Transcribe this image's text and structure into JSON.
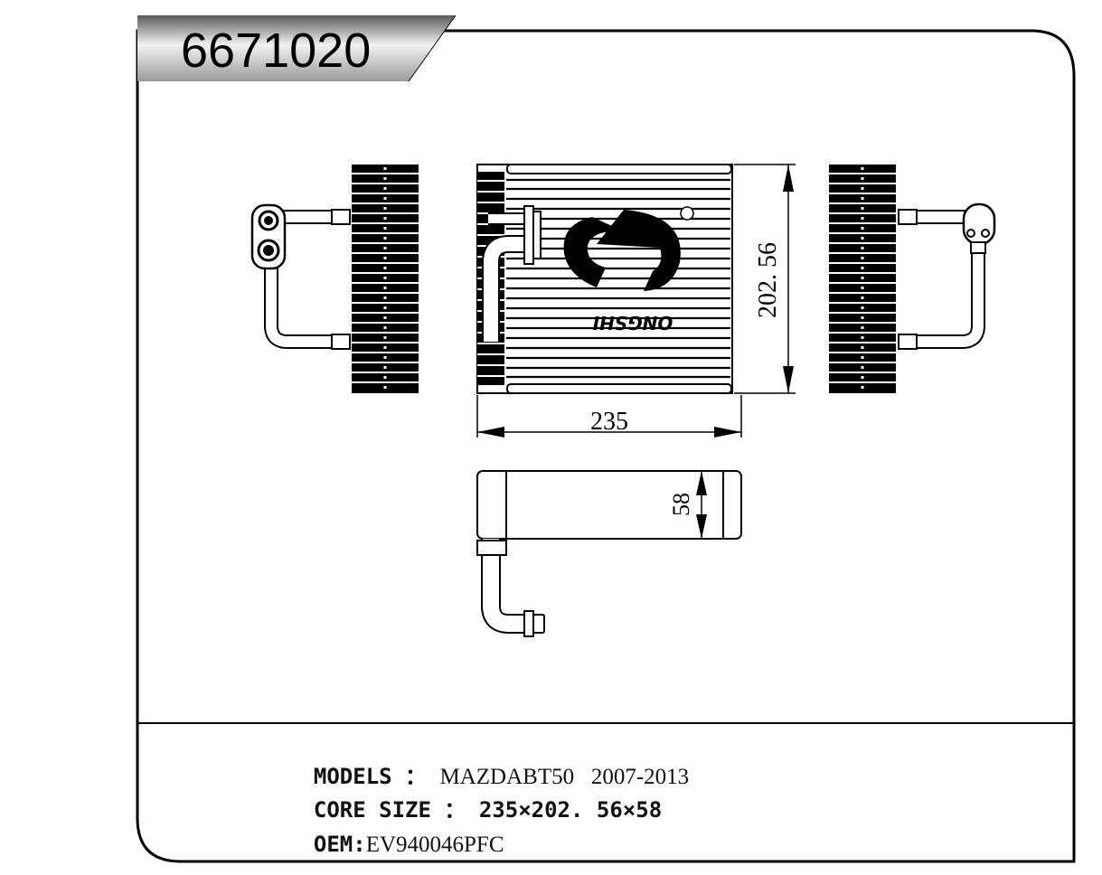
{
  "part_number": "6671020",
  "brand_logo_text": "ONGSHI",
  "dimensions": {
    "width": "235",
    "height": "202. 56",
    "depth": "58"
  },
  "specs": {
    "models_label": "MODELS ： ",
    "models_value": "MAZDABT50   2007-2013",
    "core_size_label": "CORE SIZE ： ",
    "core_size_value": "235×202. 56×58",
    "oem_label": "OEM:",
    "oem_value": "EV940046PFC"
  }
}
